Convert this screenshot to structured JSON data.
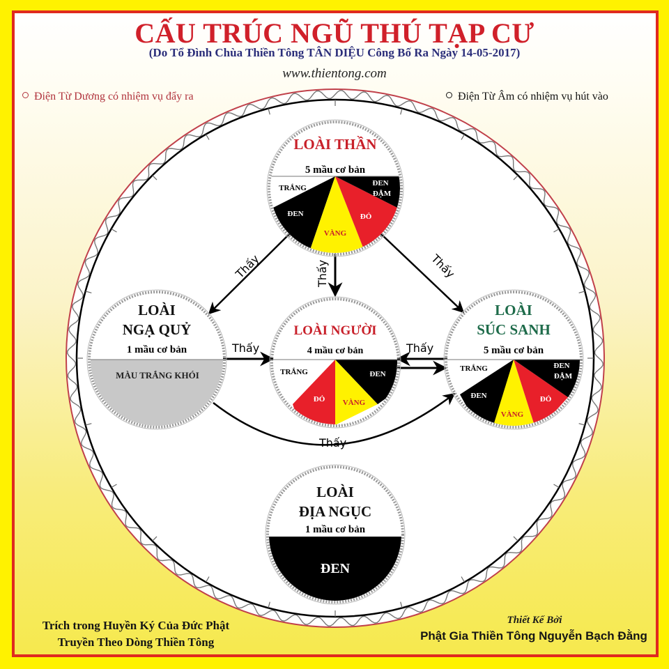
{
  "header": {
    "title": "CẤU TRÚC NGŨ THÚ TẠP CƯ",
    "subtitle": "(Do Tổ Đình Chùa Thiền Tông TÂN DIỆU Công Bố Ra Ngày 14-05-2017)",
    "website": "www.thientong.com"
  },
  "notes": {
    "left": "Điện Từ Dương có nhiệm vụ đẩy ra",
    "right": "Điện Từ Âm có nhiệm vụ hút vào"
  },
  "colors": {
    "background": "#fff200",
    "frame_border": "#e02a1f",
    "title": "#d0202a",
    "subtitle": "#2b2e7a",
    "green": "#1e6b4a",
    "red": "#e8202a",
    "yellow": "#fff200",
    "black": "#000000",
    "gray": "#c8c8c8"
  },
  "realms": {
    "than": {
      "name_line1": "LOÀI THẦN",
      "name_line2": "",
      "count": "5 mầu cơ bản",
      "segments": [
        "TRẮNG",
        "ĐEN",
        "VÀNG",
        "ĐỎ",
        "ĐEN",
        "ĐẬM"
      ]
    },
    "nga_quy": {
      "name_line1": "LOÀI",
      "name_line2": "NGẠ QUỶ",
      "count": "1 mầu cơ bản",
      "segments": [
        "MÀU TRẮNG KHÓI"
      ]
    },
    "nguoi": {
      "name_line1": "LOÀI NGƯỜI",
      "count": "4 mầu cơ bản",
      "segments": [
        "TRẮNG",
        "ĐỎ",
        "VÀNG",
        "ĐEN"
      ]
    },
    "suc_sanh": {
      "name_line1": "LOÀI",
      "name_line2": "SÚC SANH",
      "count": "5 mầu cơ bản",
      "segments": [
        "TRẮNG",
        "ĐEN",
        "VÀNG",
        "ĐỎ",
        "ĐEN",
        "ĐẬM"
      ]
    },
    "dia_nguc": {
      "name_line1": "LOÀI",
      "name_line2": "ĐỊA NGỤC",
      "count": "1 mầu cơ bản",
      "segments": [
        "ĐEN"
      ]
    }
  },
  "arrows": {
    "than_to_nga_quy": "Thấy",
    "than_to_nguoi": "Thấy",
    "than_to_suc_sanh": "Thấy",
    "nga_quy_to_nguoi": "Thấy",
    "suc_sanh_to_nguoi": "Thấy",
    "nga_quy_to_suc_sanh": "Thấy"
  },
  "footer": {
    "left_line1": "Trích trong Huyền Ký Của Đức Phật",
    "left_line2": "Truyền Theo Dòng Thiền Tông",
    "right_script": "Thiết Kế Bởi",
    "right_name": "Phật Gia Thiền Tông Nguyễn Bạch Đằng"
  }
}
